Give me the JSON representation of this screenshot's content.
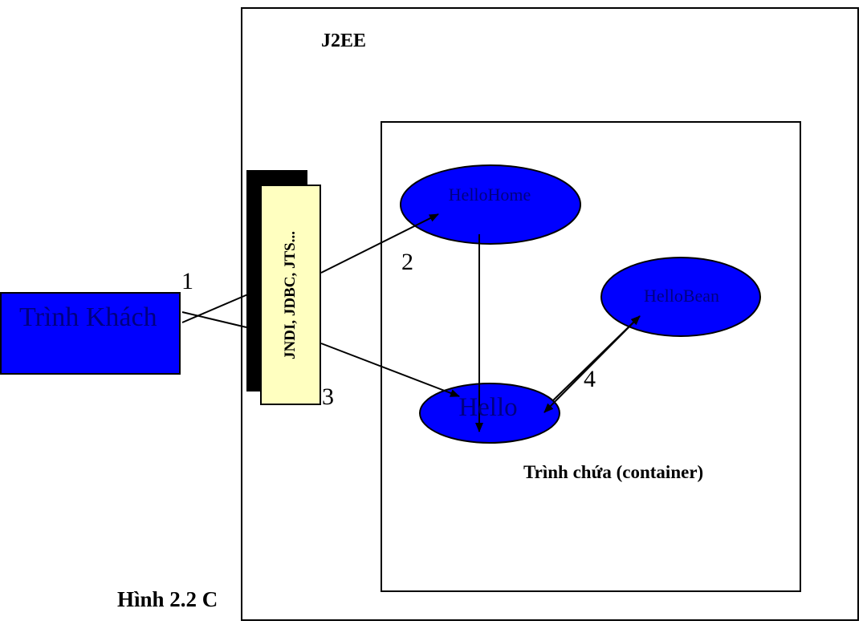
{
  "diagram": {
    "j2ee_title": "J2EE",
    "container_title": "Trình chứa (container)",
    "client_label": "Trình Khách",
    "api_label": "JNDI, JDBC, JTS...",
    "nodes": {
      "hello_home": "HelloHome",
      "hello_bean": "HelloBean",
      "hello": "Hello"
    },
    "step_numbers": [
      "1",
      "2",
      "3",
      "4"
    ],
    "caption": "Hình 2.2 C",
    "colors": {
      "node_fill": "#0000ff",
      "node_text": "#000080",
      "api_fill": "#ffffc0",
      "shadow": "#000000",
      "border": "#000000"
    }
  }
}
